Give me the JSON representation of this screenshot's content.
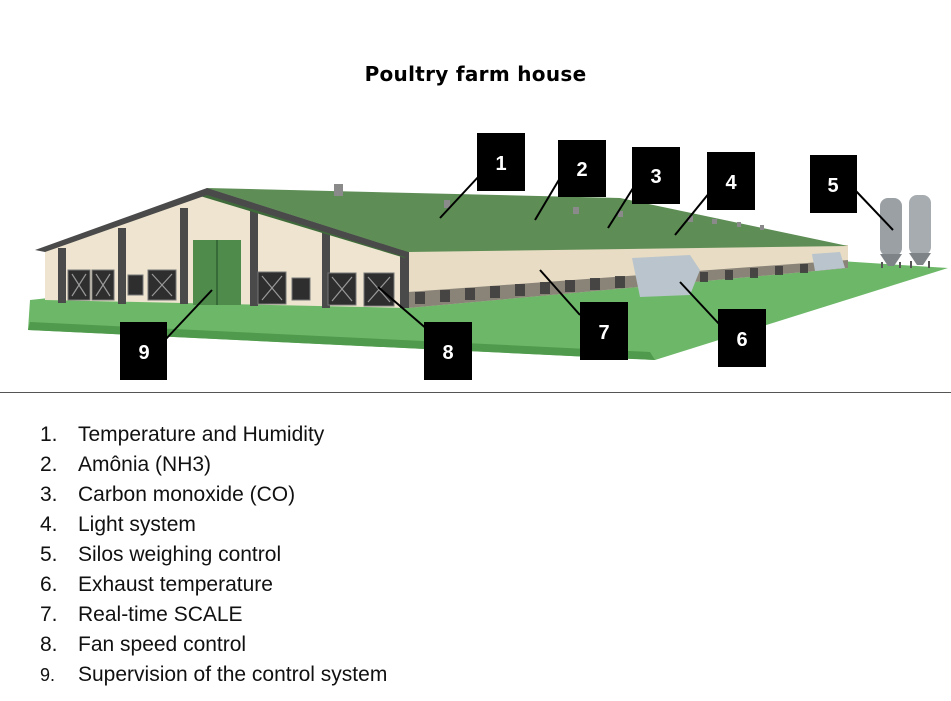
{
  "title": "Poultry farm house",
  "callouts": [
    {
      "number": "1"
    },
    {
      "number": "2"
    },
    {
      "number": "3"
    },
    {
      "number": "4"
    },
    {
      "number": "5"
    },
    {
      "number": "6"
    },
    {
      "number": "7"
    },
    {
      "number": "8"
    },
    {
      "number": "9"
    }
  ],
  "legend": [
    {
      "number": "1.",
      "text": "Temperature and Humidity"
    },
    {
      "number": "2.",
      "text": "Amônia (NH3)"
    },
    {
      "number": "3.",
      "text": "Carbon monoxide (CO)"
    },
    {
      "number": "4.",
      "text": "Light system"
    },
    {
      "number": "5.",
      "text": "Silos weighing control"
    },
    {
      "number": "6.",
      "text": "Exhaust temperature"
    },
    {
      "number": "7.",
      "text": "Real-time SCALE"
    },
    {
      "number": "8.",
      "text": "Fan speed control"
    },
    {
      "number": "9.",
      "text": "Supervision of the control system"
    }
  ],
  "colors": {
    "roof": "#5e8e55",
    "wall": "#e8dcc4",
    "ground": "#6cb868",
    "door": "#4f8c4c",
    "callout_box": "#000000",
    "callout_text": "#ffffff"
  }
}
